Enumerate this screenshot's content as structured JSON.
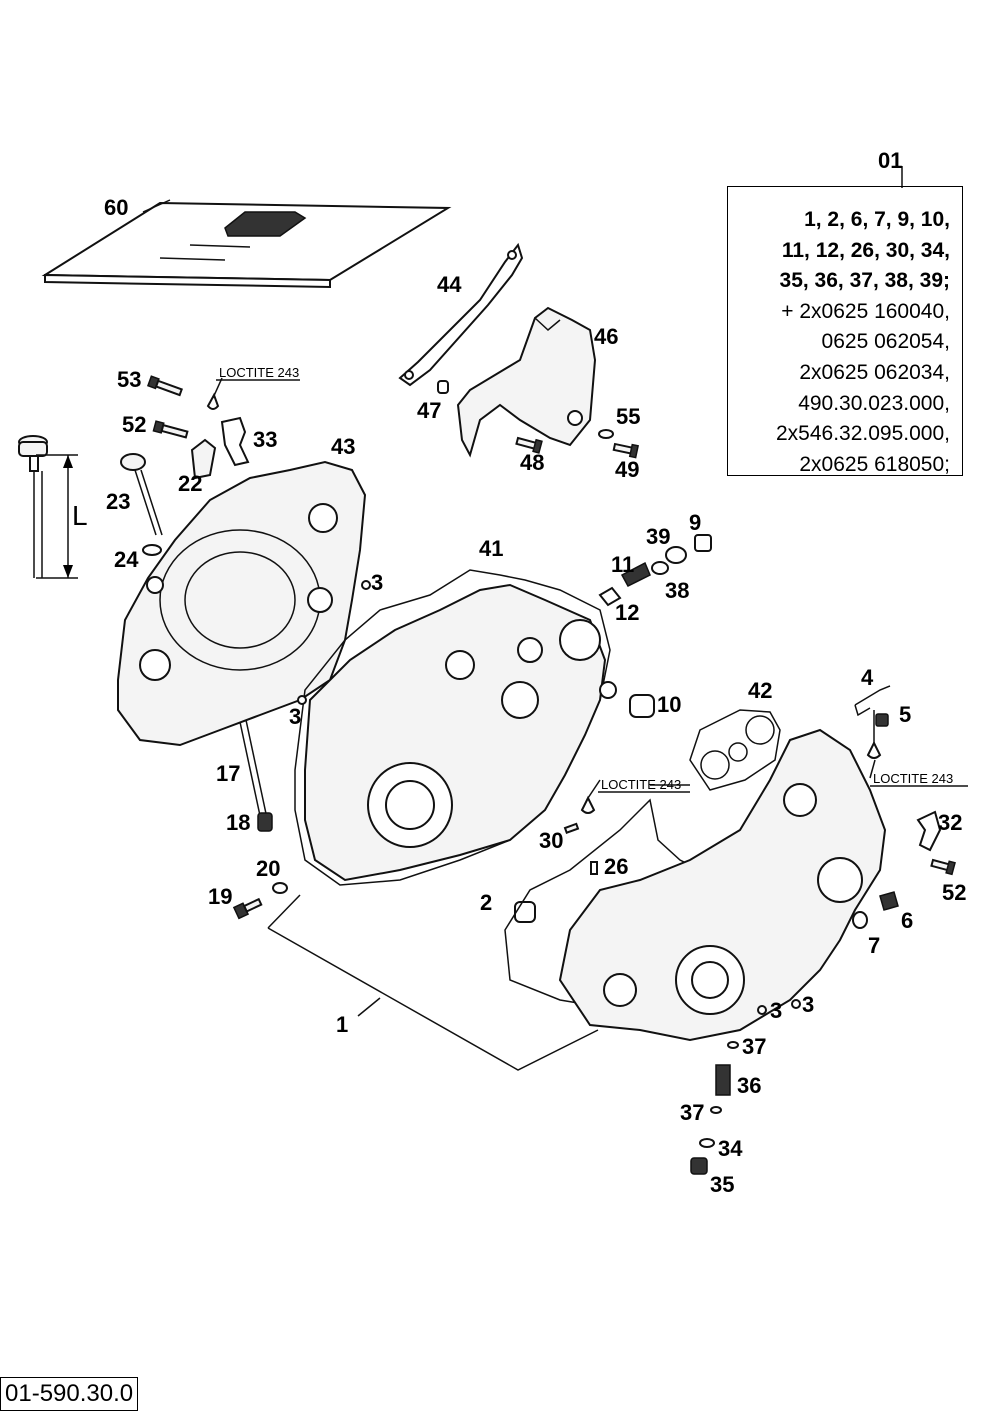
{
  "diagram": {
    "reference_code": "01-590.30.0",
    "loctite_label": "LOCTITE 243",
    "dimension_label": "L",
    "kit": {
      "title": "01",
      "lines": [
        "1, 2, 6, 7, 9, 10,",
        "11, 12, 26, 30, 34,",
        "35, 36, 37, 38, 39;",
        "+ 2x0625 160040,",
        "0625 062054,",
        "2x0625 062034,",
        "490.30.023.000,",
        "2x546.32.095.000,",
        "2x0625 618050;"
      ]
    },
    "callouts": [
      "60",
      "44",
      "46",
      "53",
      "52",
      "33",
      "22",
      "23",
      "24",
      "43",
      "47",
      "55",
      "48",
      "49",
      "41",
      "3",
      "39",
      "9",
      "11",
      "38",
      "12",
      "10",
      "3",
      "17",
      "18",
      "4",
      "5",
      "42",
      "32",
      "30",
      "26",
      "20",
      "19",
      "52",
      "2",
      "6",
      "7",
      "1",
      "3",
      "3",
      "37",
      "36",
      "37",
      "34",
      "35"
    ]
  }
}
